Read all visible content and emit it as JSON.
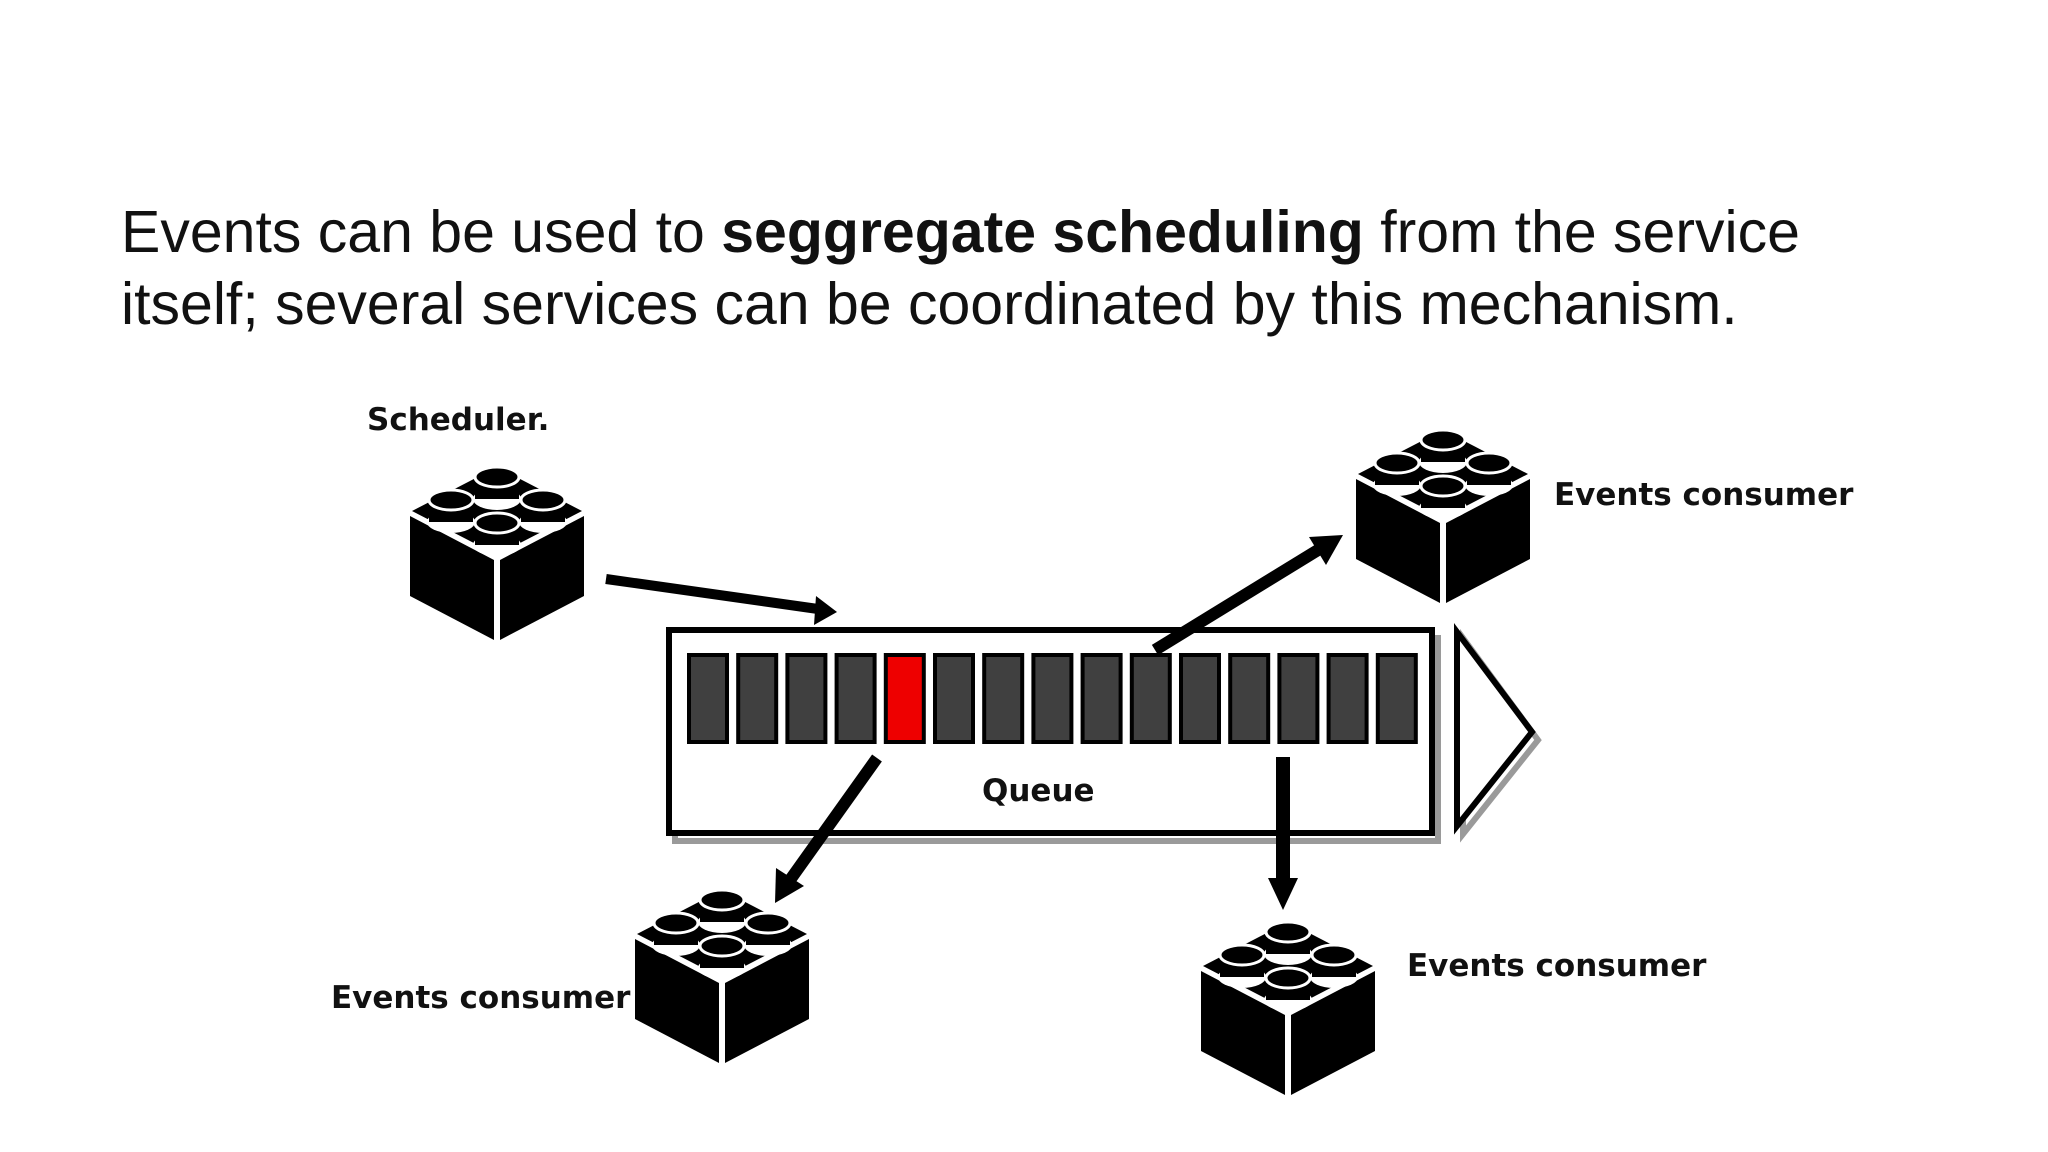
{
  "headline": {
    "prefix": "Events can be used to ",
    "bold": "seggregate scheduling",
    "suffix": " from the service itself; several services can be coordinated by this mechanism."
  },
  "diagram": {
    "scheduler_label": "Scheduler.",
    "queue_label": "Queue",
    "consumers": [
      {
        "label": "Events consumer"
      },
      {
        "label": "Events consumer"
      },
      {
        "label": "Events consumer"
      }
    ],
    "queue_slots": 15,
    "highlighted_slot": 5,
    "colors": {
      "slot": "#404040",
      "highlight": "#ee0000",
      "outline": "#000000",
      "shadow": "#9a9a9a",
      "brick": "#000000"
    }
  }
}
